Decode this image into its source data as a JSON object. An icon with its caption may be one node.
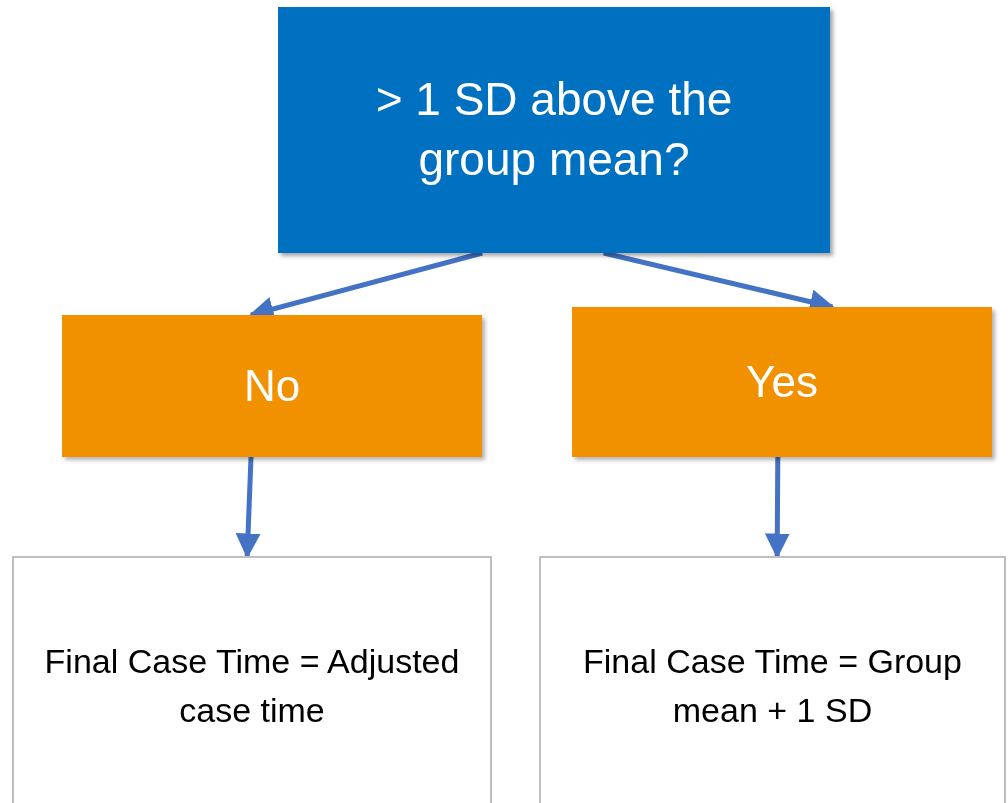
{
  "diagram": {
    "nodes": [
      {
        "text": [
          "> 1 SD above the group mean?"
        ]
      },
      {
        "text": [
          "No"
        ]
      },
      {
        "text": [
          "Yes"
        ]
      },
      {
        "text": [
          "Final Case Time = Adjusted case time"
        ]
      },
      {
        "text": [
          "Final Case Time = Group mean + 1 SD"
        ]
      }
    ],
    "edges": [
      {
        "from": 0,
        "to": 1,
        "arrow": "to"
      },
      {
        "from": 0,
        "to": 2,
        "arrow": "to"
      },
      {
        "from": 1,
        "to": 3,
        "arrow": "to"
      },
      {
        "from": 2,
        "to": 4,
        "arrow": "to"
      }
    ]
  }
}
